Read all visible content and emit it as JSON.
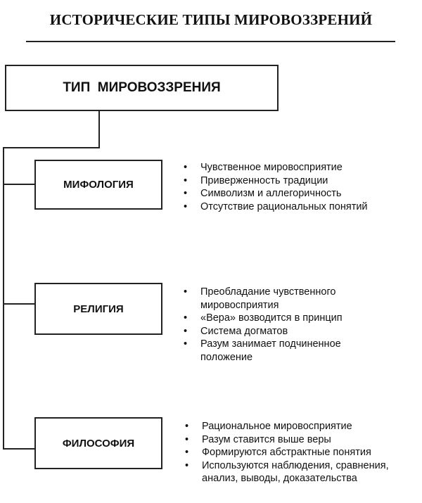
{
  "title": "ИСТОРИЧЕСКИЕ ТИПЫ МИРОВОЗЗРЕНИЙ",
  "root": "ТИП  МИРОВОЗЗРЕНИЯ",
  "types": [
    {
      "name": "МИФОЛОГИЯ",
      "items": [
        "Чувственное мировосприятие",
        "Приверженность традиции",
        "Символизм и аллегоричность",
        "Отсутствие рациональных понятий"
      ]
    },
    {
      "name": "РЕЛИГИЯ",
      "items": [
        "Преобладание чувственного мировосприятия",
        "«Вера» возводится в принцип",
        "Система догматов",
        "Разум занимает подчиненное положение"
      ]
    },
    {
      "name": "ФИЛОСОФИЯ",
      "items": [
        "Рациональное мировосприятие",
        "Разум ставится выше веры",
        "Формируются абстрактные понятия",
        "Используются наблюдения, сравнения, анализ, выводы, доказательства"
      ]
    }
  ]
}
